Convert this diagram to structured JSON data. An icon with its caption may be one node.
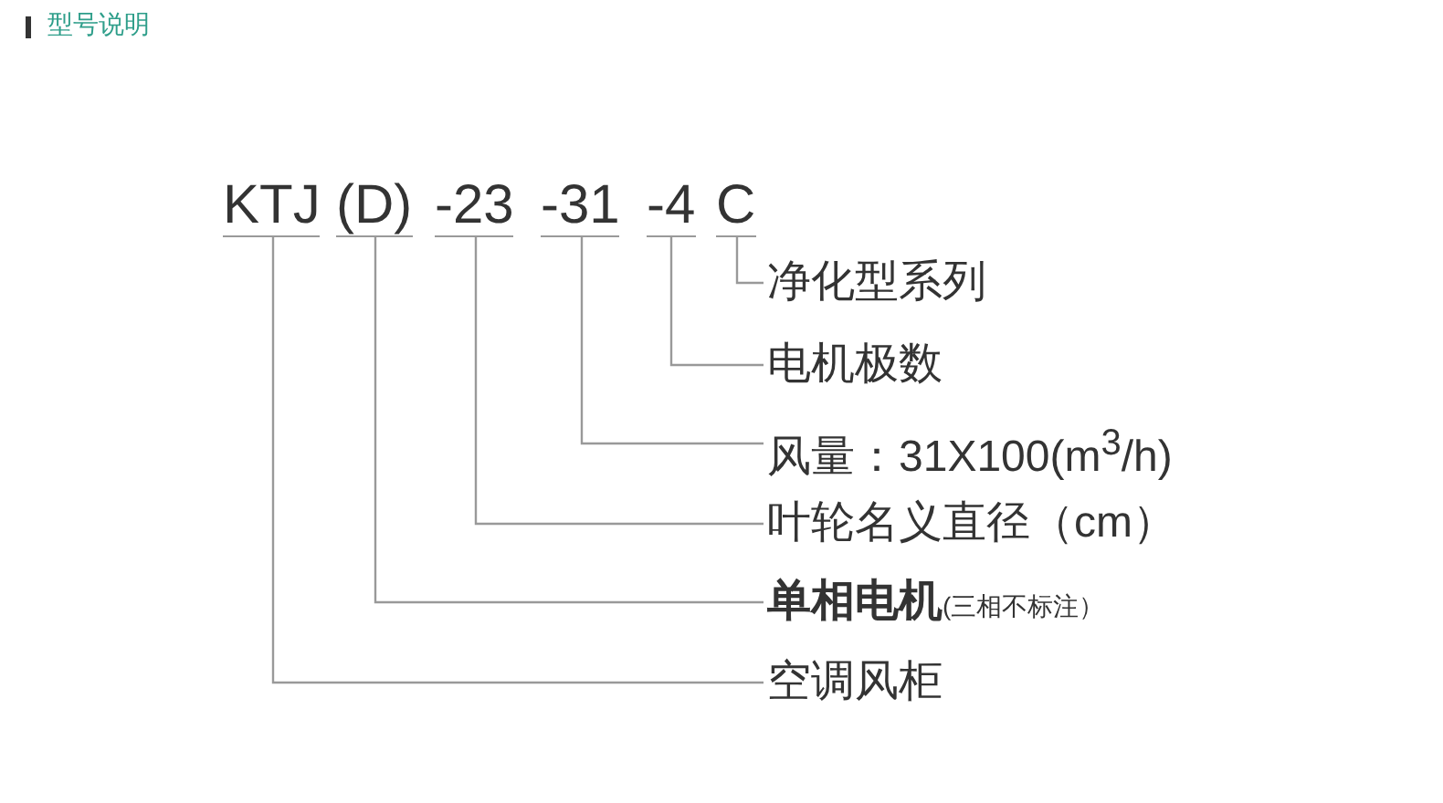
{
  "diagram": {
    "title": "型号说明",
    "nodes": [
      {
        "text": [
          "KTJ"
        ]
      },
      {
        "text": [
          "(D)"
        ]
      },
      {
        "text": [
          "-23"
        ]
      },
      {
        "text": [
          "-31"
        ]
      },
      {
        "text": [
          "-4"
        ]
      },
      {
        "text": [
          "C"
        ]
      },
      {
        "text": [
          "净化型系列"
        ]
      },
      {
        "text": [
          "电机极数"
        ]
      },
      {
        "text": [
          "风量：31X100(m$^{3}$/h)"
        ]
      },
      {
        "text": [
          "叶轮名义直径（cm）"
        ]
      },
      {
        "text": [
          "单相电机",
          "(三相不标注）"
        ]
      },
      {
        "text": [
          "空调风柜"
        ]
      }
    ],
    "edges": [
      {
        "from": 5,
        "to": 6,
        "arrow": "none"
      },
      {
        "from": 4,
        "to": 7,
        "arrow": "none"
      },
      {
        "from": 3,
        "to": 8,
        "arrow": "none"
      },
      {
        "from": 2,
        "to": 9,
        "arrow": "none"
      },
      {
        "from": 1,
        "to": 10,
        "arrow": "none"
      },
      {
        "from": 0,
        "to": 11,
        "arrow": "none"
      }
    ]
  }
}
